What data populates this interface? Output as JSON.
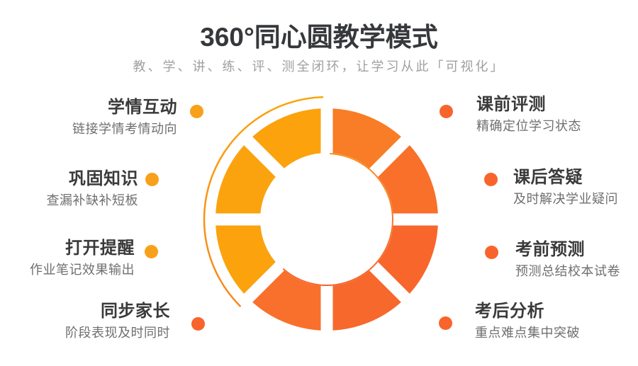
{
  "header": {
    "title": "360°同心圆教学模式",
    "subtitle": "教、学、讲、练、评、测全闭环，让学习从此「可视化」"
  },
  "left_items": [
    {
      "title": "学情互动",
      "desc": "链接学情考情动向",
      "dot_color": "#F7A11B"
    },
    {
      "title": "巩固知识",
      "desc": "查漏补缺补短板",
      "dot_color": "#F7A11B"
    },
    {
      "title": "打开提醒",
      "desc": "作业笔记效果输出",
      "dot_color": "#F7A11B"
    },
    {
      "title": "同步家长",
      "desc": "阶段表现及时同时",
      "dot_color": "#F8642B"
    }
  ],
  "right_items": [
    {
      "title": "课前评测",
      "desc": "精确定位学习状态",
      "dot_color": "#F8642B"
    },
    {
      "title": "课后答疑",
      "desc": "及时解决学业疑问",
      "dot_color": "#F8642B"
    },
    {
      "title": "考前预测",
      "desc": "预测总结校本试卷",
      "dot_color": "#F8642B"
    },
    {
      "title": "考后分析",
      "desc": "重点难点集中突破",
      "dot_color": "#F8642B"
    }
  ],
  "colors": {
    "background": "#FFFFFF",
    "title_text": "#36383B",
    "subtitle_text": "#9FA0A2",
    "item_title_text": "#3A3A3A",
    "item_desc_text": "#6F6F6F",
    "light_orange": "#FBA20D",
    "dark_orange": "#F8692B"
  },
  "ring": {
    "segment_colors": [
      "#F87D26",
      "#F8702A",
      "#F8662C",
      "#F7682D",
      "#F8702B",
      "#FBA20D",
      "#FBA30F",
      "#FBA20D"
    ],
    "outer_arc_top_color": "#FBA30D",
    "outer_arc_bottom_color": "#F8861E",
    "inner_arc_top_color": "#FA9025",
    "inner_arc_bottom_color": "#F7622C"
  }
}
